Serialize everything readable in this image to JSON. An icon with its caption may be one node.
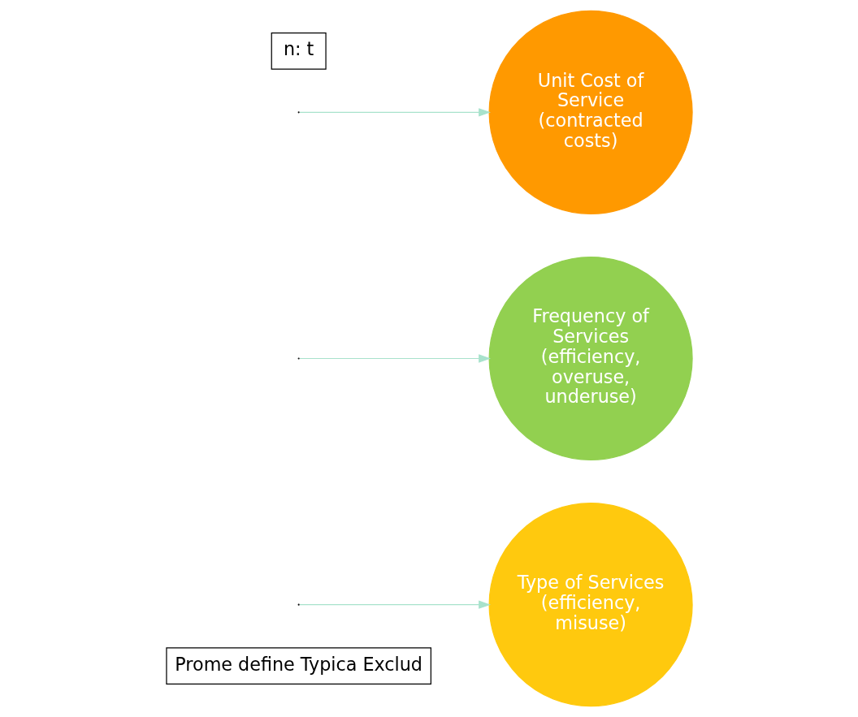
{
  "diagram": {
    "nodes": [
      {
        "text": [
          "Prome define Typica Exclud"
        ]
      },
      {
        "text": [
          "Type of Services",
          "(efficiency, misuse)"
        ]
      },
      {
        "text": [
          "Frequency of Services",
          "(efficiency, overuse, underuse)"
        ]
      },
      {
        "text": [
          "Unit Cost of Service",
          "(contracted costs)"
        ]
      },
      {
        "text": [
          "n: t"
        ]
      }
    ],
    "edges": [
      {
        "from": null,
        "to": 1,
        "arrow": "to",
        "color": "#a8e2cc"
      },
      {
        "from": null,
        "to": 3,
        "arrow": "to",
        "color": "#a8e2cc"
      },
      {
        "from": null,
        "to": 2,
        "arrow": "to",
        "color": "#a8e2cc"
      }
    ]
  }
}
